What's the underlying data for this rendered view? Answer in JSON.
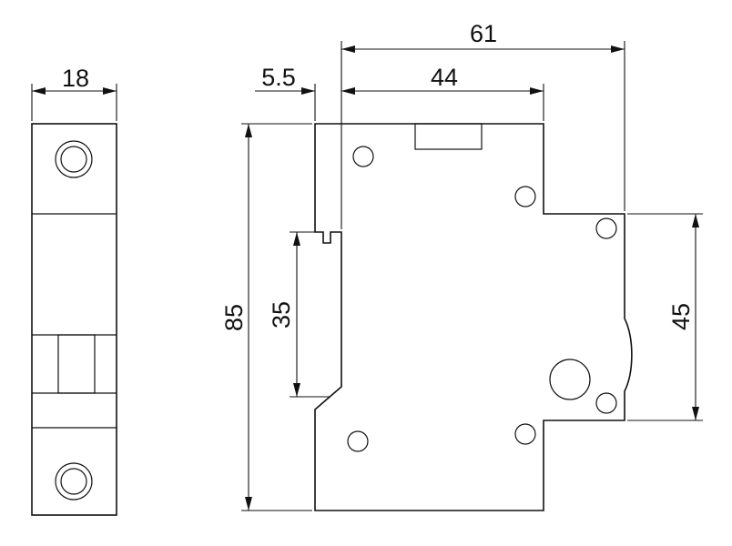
{
  "dimensions": {
    "front_width": "18",
    "offset": "5.5",
    "inner_width": "44",
    "total_depth": "61",
    "height": "85",
    "rail_height": "35",
    "front_height": "45"
  },
  "colors": {
    "line": "#111111",
    "background": "#ffffff"
  }
}
